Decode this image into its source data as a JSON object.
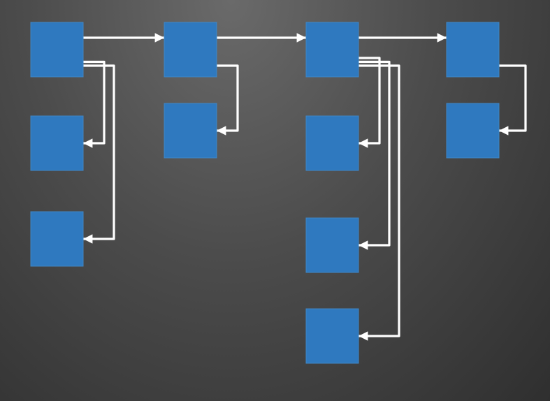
{
  "colors": {
    "node_fill": "#2f79bf",
    "arrow": "#ffffff"
  },
  "diagram": {
    "nodes": [
      {
        "id": "n1",
        "column": 1,
        "row": 1
      },
      {
        "id": "n2",
        "column": 1,
        "row": 2
      },
      {
        "id": "n3",
        "column": 1,
        "row": 3
      },
      {
        "id": "n4",
        "column": 2,
        "row": 1
      },
      {
        "id": "n5",
        "column": 2,
        "row": 2
      },
      {
        "id": "n6",
        "column": 3,
        "row": 1
      },
      {
        "id": "n7",
        "column": 3,
        "row": 2
      },
      {
        "id": "n8",
        "column": 3,
        "row": 3
      },
      {
        "id": "n9",
        "column": 3,
        "row": 4
      },
      {
        "id": "n10",
        "column": 4,
        "row": 1
      },
      {
        "id": "n11",
        "column": 4,
        "row": 2
      }
    ],
    "edges": [
      {
        "from": "n1",
        "to": "n4"
      },
      {
        "from": "n4",
        "to": "n6"
      },
      {
        "from": "n6",
        "to": "n10"
      },
      {
        "from": "n1",
        "to": "n2"
      },
      {
        "from": "n1",
        "to": "n3"
      },
      {
        "from": "n4",
        "to": "n5"
      },
      {
        "from": "n6",
        "to": "n7"
      },
      {
        "from": "n6",
        "to": "n8"
      },
      {
        "from": "n6",
        "to": "n9"
      },
      {
        "from": "n10",
        "to": "n11"
      }
    ]
  }
}
